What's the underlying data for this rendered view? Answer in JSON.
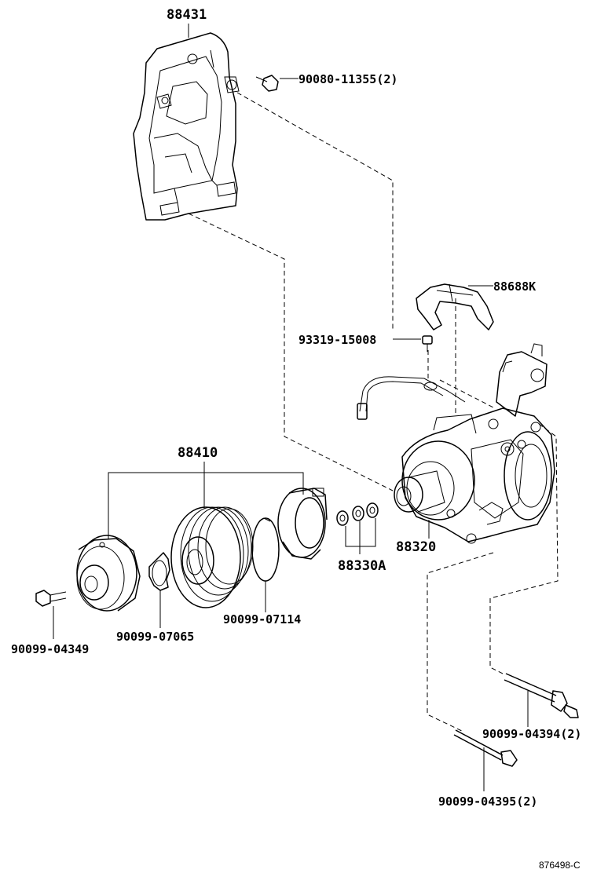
{
  "labels": {
    "bracket": "88431",
    "bracket_bolt": "90080-11355(2)",
    "bracket_sub": "88688K",
    "screw": "93319-15008",
    "clutch_assy": "88410",
    "compressor": "88320",
    "shims": "88330A",
    "snap_ring": "90099-07114",
    "inner_ring": "90099-07065",
    "center_bolt": "90099-04349",
    "stud_bolt_1": "90099-04394(2)",
    "stud_bolt_2": "90099-04395(2)"
  },
  "reference_number": "876498-C"
}
